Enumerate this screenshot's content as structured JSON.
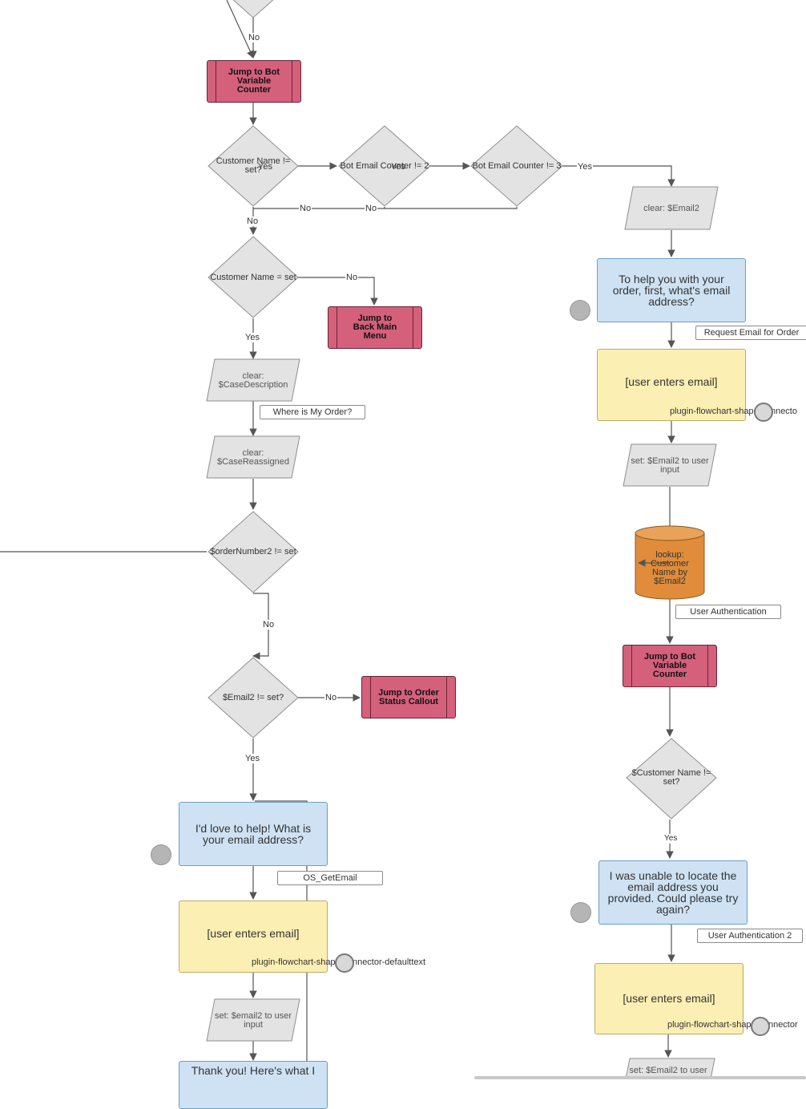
{
  "colors": {
    "process_fill": "#cfe2f3",
    "input_fill": "#fcefb3",
    "jump_fill": "#d4607c",
    "database_fill": "#e08c3a",
    "decision_fill": "#e3e3e3",
    "line": "#555555"
  },
  "nodes": {
    "jump_counter_1": "Jump to Bot Variable Counter",
    "dec_customer_name_not_set": "Customer Name != set?",
    "dec_bot_email_counter_2": "Bot Email Counter != 2",
    "dec_bot_email_counter_3": "Bot Email Counter != 3",
    "dec_customer_name_set": "Customer Name = set",
    "jump_back_main_menu": "Jump to Back Main Menu",
    "clear_case_description": "clear: $CaseDescription",
    "clear_case_reassigned": "clear: $CaseReassigned",
    "dec_order_number2": "$orderNumber2 != set",
    "dec_email2_set": "$Email2 != set?",
    "jump_order_status_callout": "Jump to Order Status Callout",
    "msg_email_address": "I'd love to help! What is your email address?",
    "user_enters_email_left": "[user enters email]",
    "set_email2_left": "set: $email2 to user input",
    "msg_thank_you": "Thank you! Here's what I",
    "clear_email2": "clear: $Email2",
    "msg_help_order": "To help you with your order, first, what's email address?",
    "user_enters_email_right1": "[user enters email]",
    "set_email2_right1": "set: $Email2 to user input",
    "lookup_customer": "lookup: Customer Name by $Email2",
    "jump_counter_2": "Jump to Bot Variable Counter",
    "dec_customer_name_right": "$Customer Name != set?",
    "msg_unable_locate": "I was unable to locate the email address you provided. Could please try again?",
    "user_enters_email_right2": "[user enters email]",
    "set_email2_right2": "set: $Email2 to user"
  },
  "tags": {
    "where_is_my_order": "Where is My Order?",
    "os_get_email": "OS_GetEmail",
    "request_email_for_order": "Request Email for Order",
    "user_authentication": "User Authentication",
    "user_authentication_2": "User Authentication 2"
  },
  "plugin_text": {
    "left": "plugin-flowchart-shape-connector-defaulttext",
    "right1": "plugin-flowchart-shape-connecto",
    "right2": "plugin-flowchart-shape-connector"
  },
  "edge_labels": {
    "no": "No",
    "yes": "Yes"
  }
}
